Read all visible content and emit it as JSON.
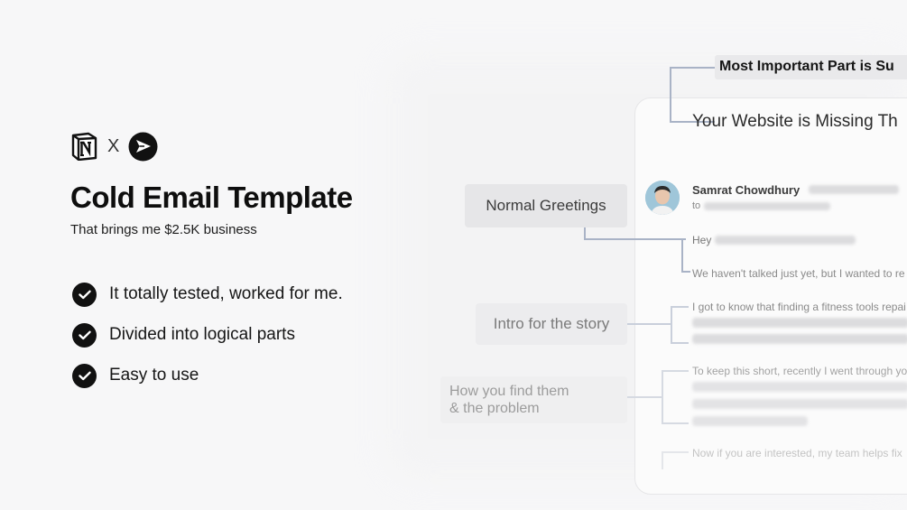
{
  "logos": {
    "separator": "X"
  },
  "hero": {
    "title": "Cold Email Template",
    "subtitle": "That brings me $2.5K business"
  },
  "features": [
    "It totally tested, worked for me.",
    "Divided into logical parts",
    "Easy to use"
  ],
  "email": {
    "callout": "Most Important Part is Su",
    "subject": "Your Website is Missing Th",
    "sender": "Samrat Chowdhury",
    "to_label": "to",
    "greeting": "Hey",
    "line1": "We haven't talked just yet, but I wanted to re",
    "line2": "I got to know that finding a fitness tools repai",
    "line3": "To keep this short, recently I went through yo",
    "line4": "Now if you are interested, my team helps fix"
  },
  "labels": {
    "greetings": "Normal Greetings",
    "intro": "Intro for the story",
    "find_line1": "How you find them",
    "find_line2": "& the problem"
  },
  "colors": {
    "connector": "#a9b3c6",
    "check": "#111111"
  }
}
